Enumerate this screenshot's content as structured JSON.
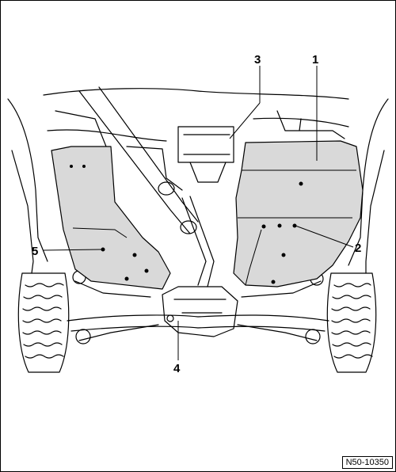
{
  "figure": {
    "callouts": [
      "1",
      "2",
      "3",
      "4",
      "5"
    ],
    "reference": "N50-10350"
  },
  "colors": {
    "panel": "#d9d9d9",
    "line": "#000000",
    "background": "#ffffff"
  }
}
